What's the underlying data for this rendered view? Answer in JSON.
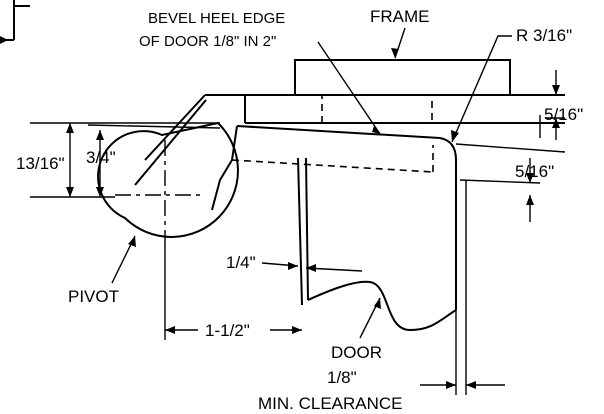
{
  "labels": {
    "bevel_line1": "BEVEL HEEL EDGE",
    "bevel_line2": "OF DOOR 1/8\" IN 2\"",
    "frame": "FRAME",
    "radius": "R 3/16\"",
    "thirteen_sixteenths": "13/16\"",
    "three_quarters": "3/4\"",
    "five_sixteenths_top": "5/16\"",
    "five_sixteenths_bottom": "5/16\"",
    "quarter": "1/4\"",
    "pivot": "PIVOT",
    "one_and_half": "1-1/2\"",
    "door": "DOOR",
    "one_eighth": "1/8\"",
    "min_clearance": "MIN. CLEARANCE"
  }
}
